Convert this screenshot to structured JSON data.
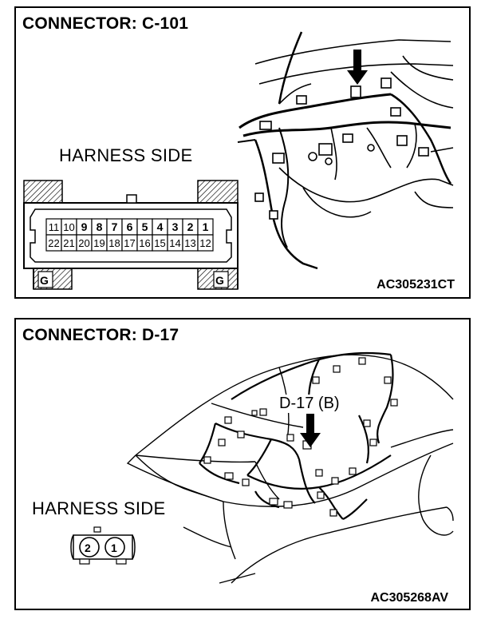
{
  "top_panel": {
    "title": "CONNECTOR: C-101",
    "harness_label": "HARNESS SIDE",
    "image_code": "AC305231CT",
    "guide_marks": [
      "G",
      "G"
    ],
    "pins_row1": [
      "11",
      "10",
      "9",
      "8",
      "7",
      "6",
      "5",
      "4",
      "3",
      "2",
      "1"
    ],
    "pins_row2": [
      "22",
      "21",
      "20",
      "19",
      "18",
      "17",
      "16",
      "15",
      "14",
      "13",
      "12"
    ]
  },
  "bottom_panel": {
    "title": "CONNECTOR: D-17",
    "harness_label": "HARNESS SIDE",
    "location_label": "D-17 (B)",
    "image_code": "AC305268AV",
    "pins": [
      "2",
      "1"
    ]
  }
}
